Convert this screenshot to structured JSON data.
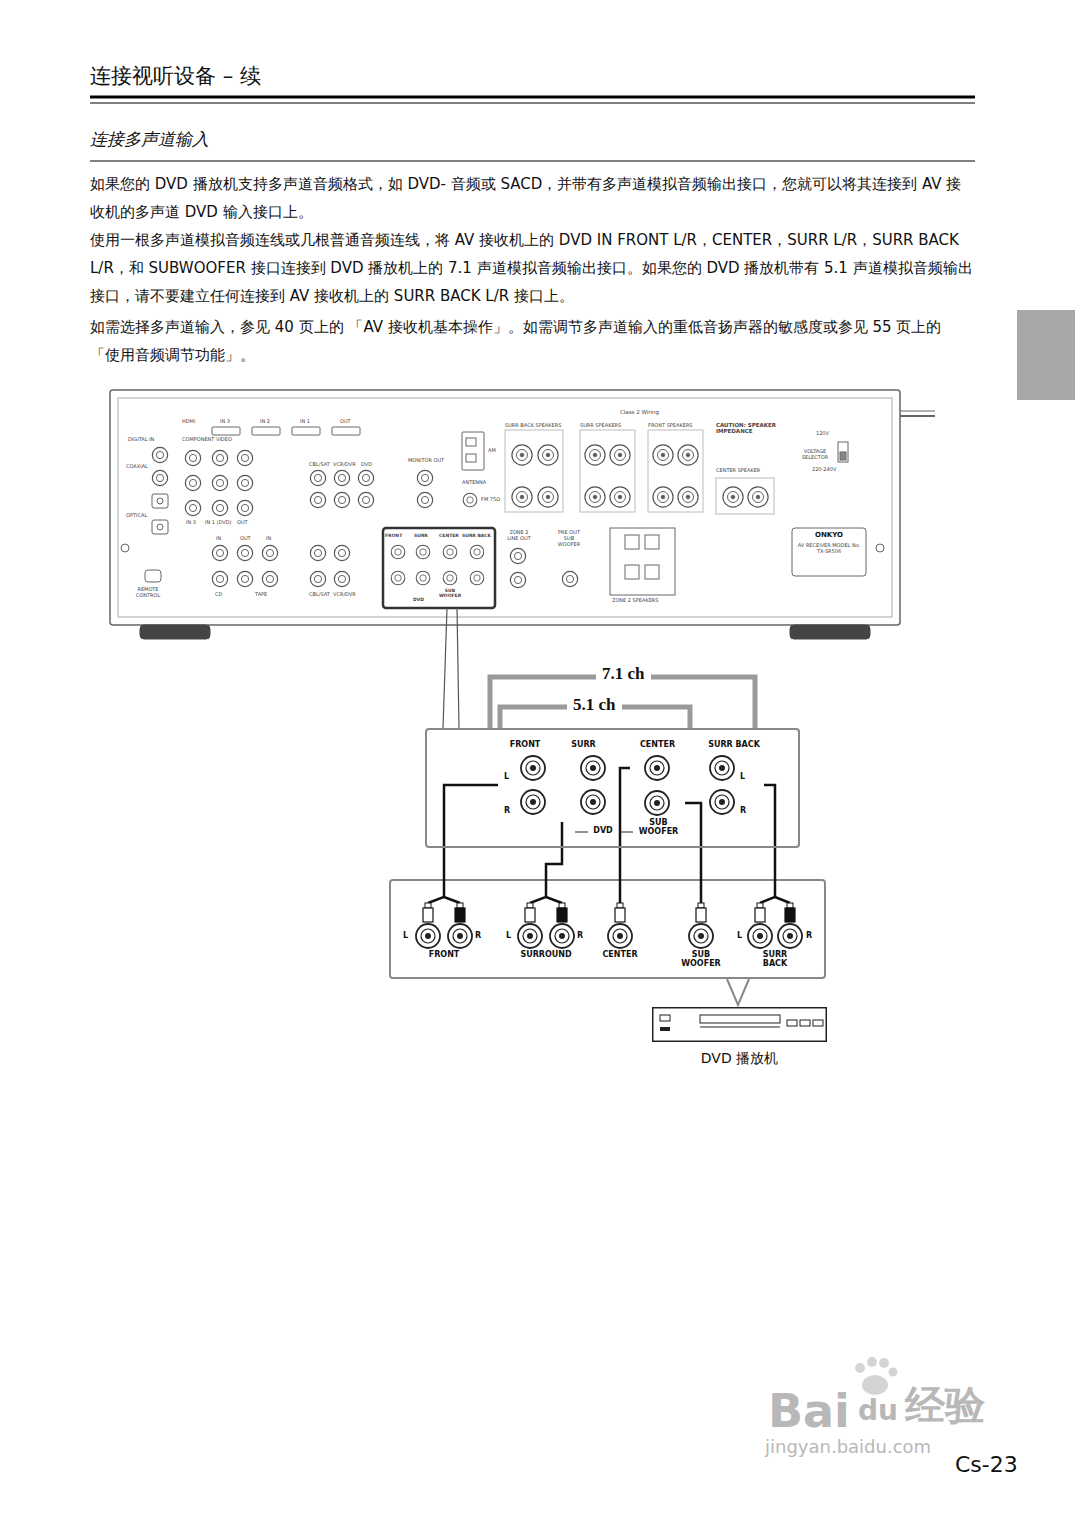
{
  "diagram": {
    "title": "连接视听设备 – 续",
    "nodes": [
      {
        "text": [
          "DVD"
        ]
      },
      {
        "text": [
          "FRONT",
          "L",
          "R"
        ],
        "in": 0
      },
      {
        "text": [
          "SURR"
        ],
        "in": 0
      },
      {
        "text": [
          "CENTER"
        ],
        "in": 0
      },
      {
        "text": [
          "SUB WOOFER"
        ],
        "in": 0
      },
      {
        "text": [
          "SURR BACK",
          "L",
          "R"
        ],
        "in": 0
      },
      {
        "text": [
          "L",
          "R",
          "FRONT"
        ]
      },
      {
        "text": [
          "L",
          "R",
          "SURROUND"
        ]
      },
      {
        "text": [
          "CENTER"
        ]
      },
      {
        "text": [
          "SUB WOOFER"
        ]
      },
      {
        "text": [
          "L",
          "R",
          "SURR BACK"
        ]
      },
      {
        "text": [
          "DVD 播放机"
        ]
      }
    ],
    "edges": [
      {
        "from": 1,
        "to": 6,
        "arrow": "none"
      },
      {
        "from": 2,
        "to": 7,
        "arrow": "none"
      },
      {
        "from": 3,
        "to": 8,
        "arrow": "none"
      },
      {
        "from": 4,
        "to": 9,
        "arrow": "none"
      },
      {
        "from": 5,
        "to": 10,
        "arrow": "none"
      }
    ],
    "labels": [
      "连接多声道输入",
      "如果您的 DVD 播放机支持多声道音频格式，如 DVD- 音频或 SACD，并带有多声道模拟音频输出接口，您就可以将其连接到 AV 接收机的多声道 DVD 输入接口上。",
      "使用一根多声道模拟音频连线或几根普通音频连线，将 AV 接收机上的 DVD IN FRONT L/R，CENTER，SURR L/R，SURR BACK L/R，和 SUBWOOFER 接口连接到 DVD 播放机上的 7.1 声道模拟音频输出接口。如果您的 DVD 播放机带有 5.1 声道模拟音频输出接口，请不要建立任何连接到 AV 接收机上的 SURR BACK L/R 接口上。",
      "如需选择多声道输入，参见 40 页上的 「AV 接收机基本操作」。如需调节多声道输入的重低音扬声器的敏感度或参见 55 页上的 「使用音频调节功能」。",
      "HDMI",
      "IN 3",
      "IN 2",
      "IN 1",
      "OUT",
      "DIGITAL IN",
      "COAXIAL",
      "OPTICAL",
      "COMPONENT VIDEO",
      "IN 3",
      "IN 1 (DVD)",
      "OUT",
      "CBL/SAT",
      "VCR/DVR",
      "DVD",
      "MONITOR OUT",
      "IN",
      "OUT",
      "IN",
      "CD",
      "TAPE",
      "CBL/SAT",
      "VCR/DVR",
      "REMOTE CONTROL",
      "AM",
      "ANTENNA",
      "FM 75Ω",
      "Class 2 Wiring",
      "SURR BACK SPEAKERS",
      "SURR SPEAKERS",
      "FRONT SPEAKERS",
      "CAUTION: SPEAKER IMPEDANCE",
      "CENTER SPEAKER",
      "120V",
      "VOLTAGE SELECTOR",
      "220-240V",
      "ONKYO",
      "AV RECEIVER MODEL No. TX-SR506",
      "ZONE 2 LINE OUT",
      "PRE OUT SUB WOOFER",
      "ZONE 2 SPEAKERS",
      "FRONT",
      "SURR",
      "CENTER",
      "SURR BACK",
      "SUB WOOFER",
      "DVD",
      "7.1 ch",
      "5.1 ch",
      "Bai",
      "du",
      "经验",
      "jingyan.baidu.com",
      "Cs-23"
    ]
  }
}
